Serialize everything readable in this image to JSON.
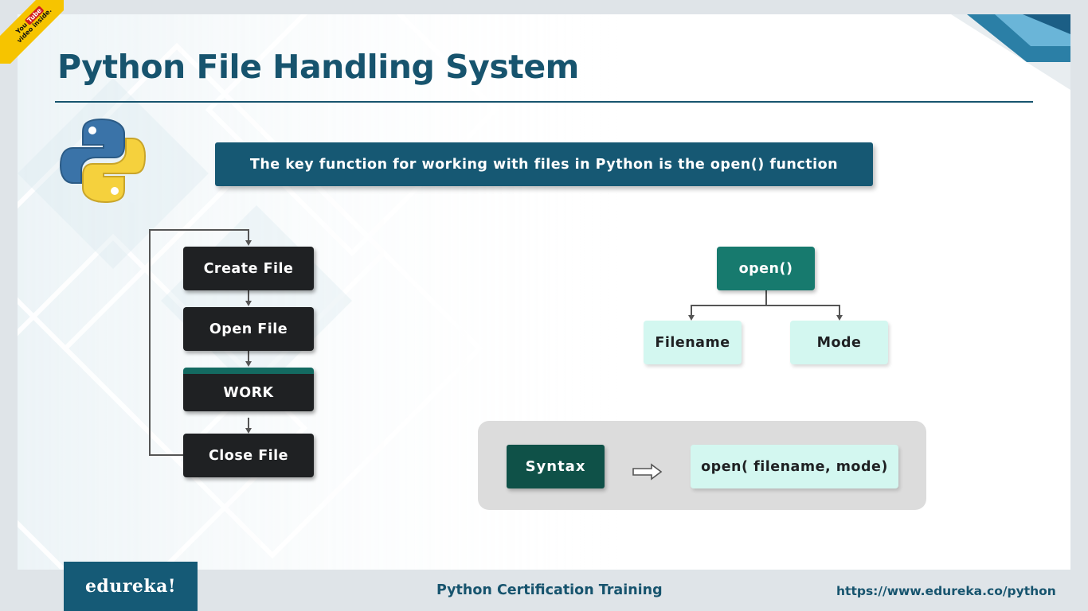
{
  "badge": {
    "brand_you": "You",
    "brand_tube": "Tube",
    "text": "video inside."
  },
  "slide": {
    "title": "Python File Handling System",
    "banner": "The key function for working with files in Python is the open() function"
  },
  "flow": {
    "steps": [
      "Create File",
      "Open File",
      "WORK",
      "Close File"
    ]
  },
  "tree": {
    "root": "open()",
    "children": [
      "Filename",
      "Mode"
    ]
  },
  "syntax": {
    "label": "Syntax",
    "code": "open( filename, mode)"
  },
  "footer": {
    "logo": "edureka!",
    "course": "Python Certification Training",
    "url": "https://www.edureka.co/python"
  },
  "colors": {
    "primary": "#17546e",
    "dark_box": "#1f2123",
    "teal": "#177a6e",
    "light_teal": "#d3f7f0",
    "syntax_dark": "#0f5148"
  }
}
